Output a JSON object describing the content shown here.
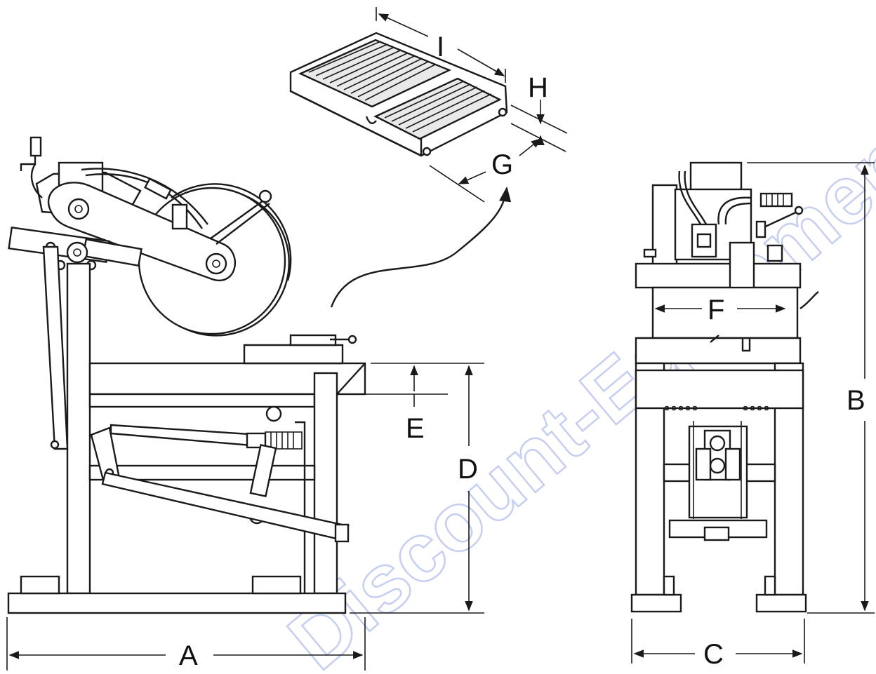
{
  "labels": {
    "A": "A",
    "B": "B",
    "C": "C",
    "D": "D",
    "E": "E",
    "F": "F",
    "G": "G",
    "H": "H",
    "I": "I"
  },
  "watermark": "Discount-Equipment.com",
  "colors": {
    "line": "#1a1a1a",
    "watermark": "#b8c2ee",
    "background": "#ffffff"
  }
}
